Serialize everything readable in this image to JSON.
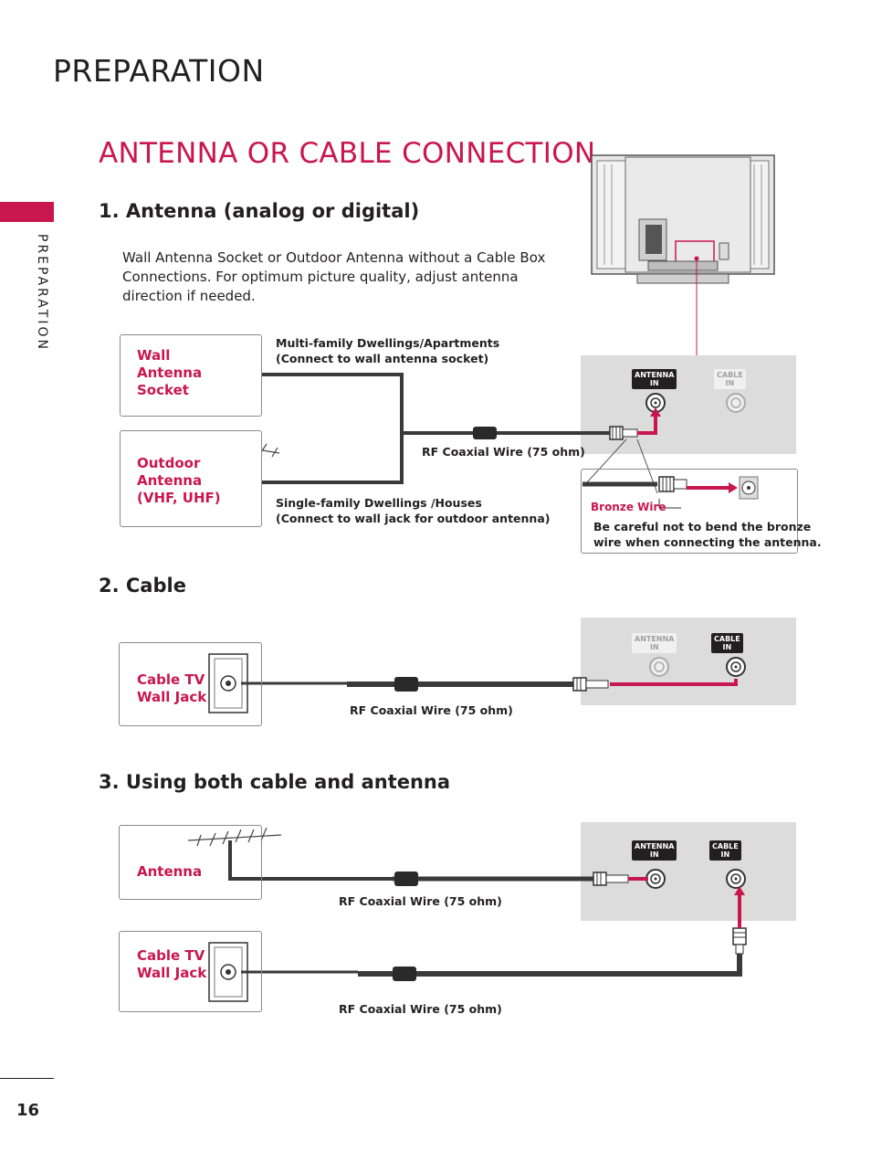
{
  "header": {
    "section": "PREPARATION"
  },
  "side_tab": {
    "label": "PREPARATION"
  },
  "title": "ANTENNA OR CABLE CONNECTION",
  "section1": {
    "heading": "1. Antenna (analog or digital)",
    "intro": "Wall Antenna Socket or Outdoor Antenna without a Cable Box Connections. For optimum picture quality, adjust antenna direction if needed.",
    "wall_socket_label": [
      "Wall",
      "Antenna",
      "Socket"
    ],
    "outdoor_label": [
      "Outdoor",
      "Antenna",
      "(VHF, UHF)"
    ],
    "multi_family": [
      "Multi-family Dwellings/Apartments",
      "(Connect to wall antenna socket)"
    ],
    "single_family": [
      "Single-family Dwellings /Houses",
      "(Connect to wall jack for outdoor antenna)"
    ],
    "wire_label": "RF Coaxial Wire (75 ohm)",
    "bronze_label": "Bronze Wire",
    "bronze_note": [
      "Be careful not to bend the bronze",
      "wire when connecting the antenna."
    ],
    "port_antenna": [
      "ANTENNA",
      "IN"
    ],
    "port_cable": [
      "CABLE",
      "IN"
    ]
  },
  "section2": {
    "heading": "2. Cable",
    "jack_label": [
      "Cable TV",
      "Wall Jack"
    ],
    "wire_label": "RF Coaxial Wire (75 ohm)",
    "port_antenna": [
      "ANTENNA",
      "IN"
    ],
    "port_cable": [
      "CABLE",
      "IN"
    ]
  },
  "section3": {
    "heading": "3. Using both cable and antenna",
    "antenna_label": "Antenna",
    "jack_label": [
      "Cable TV",
      "Wall Jack"
    ],
    "wire_label_1": "RF Coaxial Wire (75 ohm)",
    "wire_label_2": "RF Coaxial Wire (75 ohm)",
    "port_antenna": [
      "ANTENNA",
      "IN"
    ],
    "port_cable": [
      "CABLE",
      "IN"
    ]
  },
  "page_number": "16",
  "colors": {
    "accent": "#c8174f",
    "text": "#231f20",
    "panel": "#dcdcdd",
    "cable": "#3a3a3a"
  }
}
